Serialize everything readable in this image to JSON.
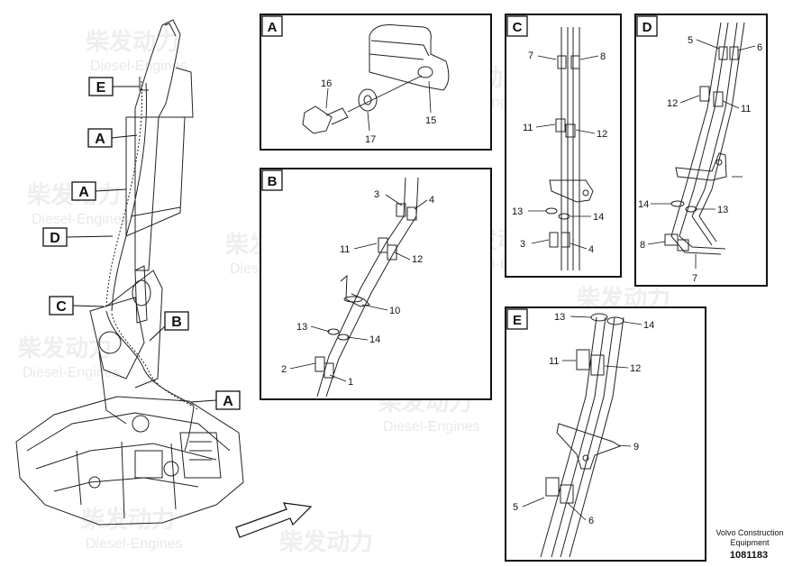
{
  "callouts": {
    "e": "E",
    "a1": "A",
    "a2": "A",
    "d": "D",
    "c": "C",
    "b": "B",
    "a3": "A"
  },
  "panels": {
    "a": {
      "letter": "A",
      "labels": {
        "p16": "16",
        "p17": "17",
        "p15": "15"
      }
    },
    "b": {
      "letter": "B",
      "labels": {
        "p3": "3",
        "p4": "4",
        "p11": "11",
        "p12": "12",
        "p10": "10",
        "p13": "13",
        "p14": "14",
        "p2": "2",
        "p1": "1"
      }
    },
    "c": {
      "letter": "C",
      "labels": {
        "p7": "7",
        "p8": "8",
        "p11": "11",
        "p12": "12",
        "p13": "13",
        "p14": "14",
        "p3": "3",
        "p4": "4"
      }
    },
    "d": {
      "letter": "D",
      "labels": {
        "p5": "5",
        "p6": "6",
        "p12": "12",
        "p11": "11",
        "p14": "14",
        "p13": "13",
        "p8": "8",
        "p7": "7"
      }
    },
    "e": {
      "letter": "E",
      "labels": {
        "p13": "13",
        "p14": "14",
        "p11": "11",
        "p12": "12",
        "p9": "9",
        "p5": "5",
        "p6": "6"
      }
    }
  },
  "watermark": {
    "cn": "柴发动力",
    "en": "Diesel-Engines"
  },
  "footer": {
    "brand_line1": "Volvo Construction",
    "brand_line2": "Equipment",
    "doc_number": "1081183"
  }
}
